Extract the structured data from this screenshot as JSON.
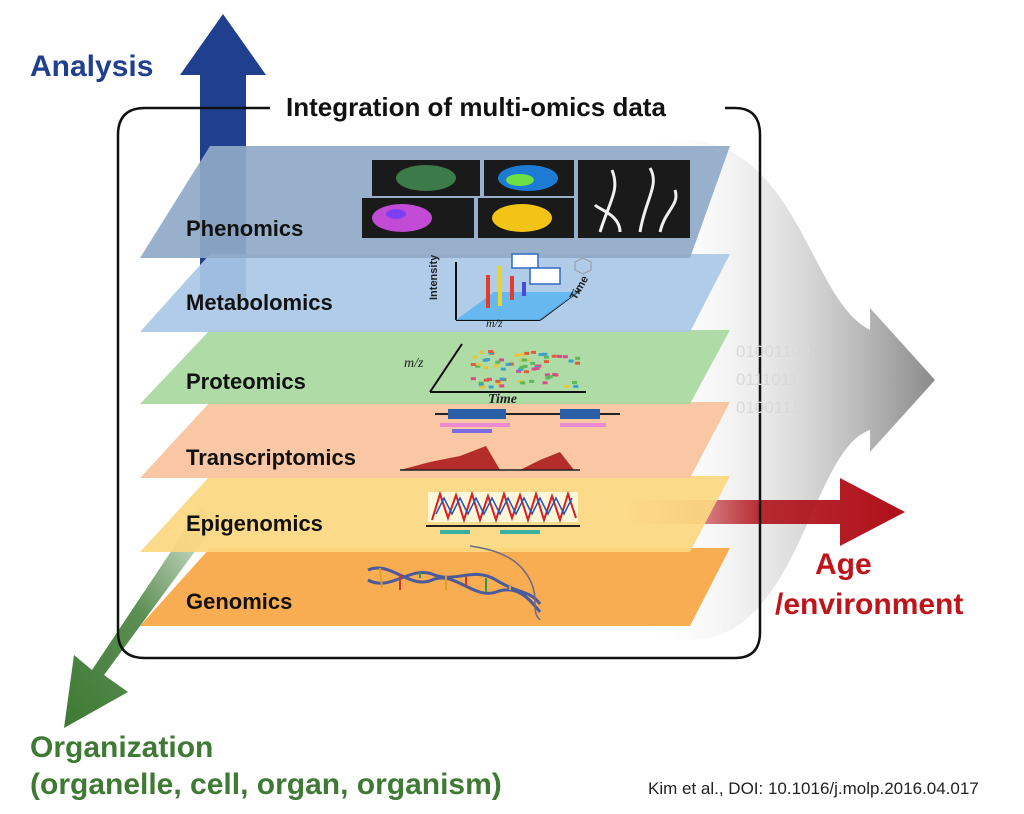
{
  "title": "Integration of multi-omics data",
  "axes": {
    "analysis": "Analysis",
    "organization_line1": "Organization",
    "organization_line2": "(organelle, cell, organ, organism)",
    "age_line1": "Age",
    "age_line2": "/environment"
  },
  "layers": [
    {
      "label": "Phenomics",
      "color": "#8fa9c7"
    },
    {
      "label": "Metabolomics",
      "color": "#a9c8e6"
    },
    {
      "label": "Proteomics",
      "color": "#a8d8a0"
    },
    {
      "label": "Transcriptomics",
      "color": "#f8c29c"
    },
    {
      "label": "Epigenomics",
      "color": "#fbd77f"
    },
    {
      "label": "Genomics",
      "color": "#f8a94a"
    }
  ],
  "binary_stream": [
    "01001100",
    "01110110",
    "01001110"
  ],
  "metabolomics_axes": {
    "y": "Intensity",
    "x": "m/z",
    "z": "Time"
  },
  "proteomics_axes": {
    "y": "m/z",
    "x": "Time"
  },
  "citation": "Kim et al., DOI: 10.1016/j.molp.2016.04.017",
  "colors": {
    "analysis": "#1f3f8f",
    "organization": "#3e7a34",
    "age": "#c0141b",
    "output_arrow": "#9a9a9a"
  }
}
